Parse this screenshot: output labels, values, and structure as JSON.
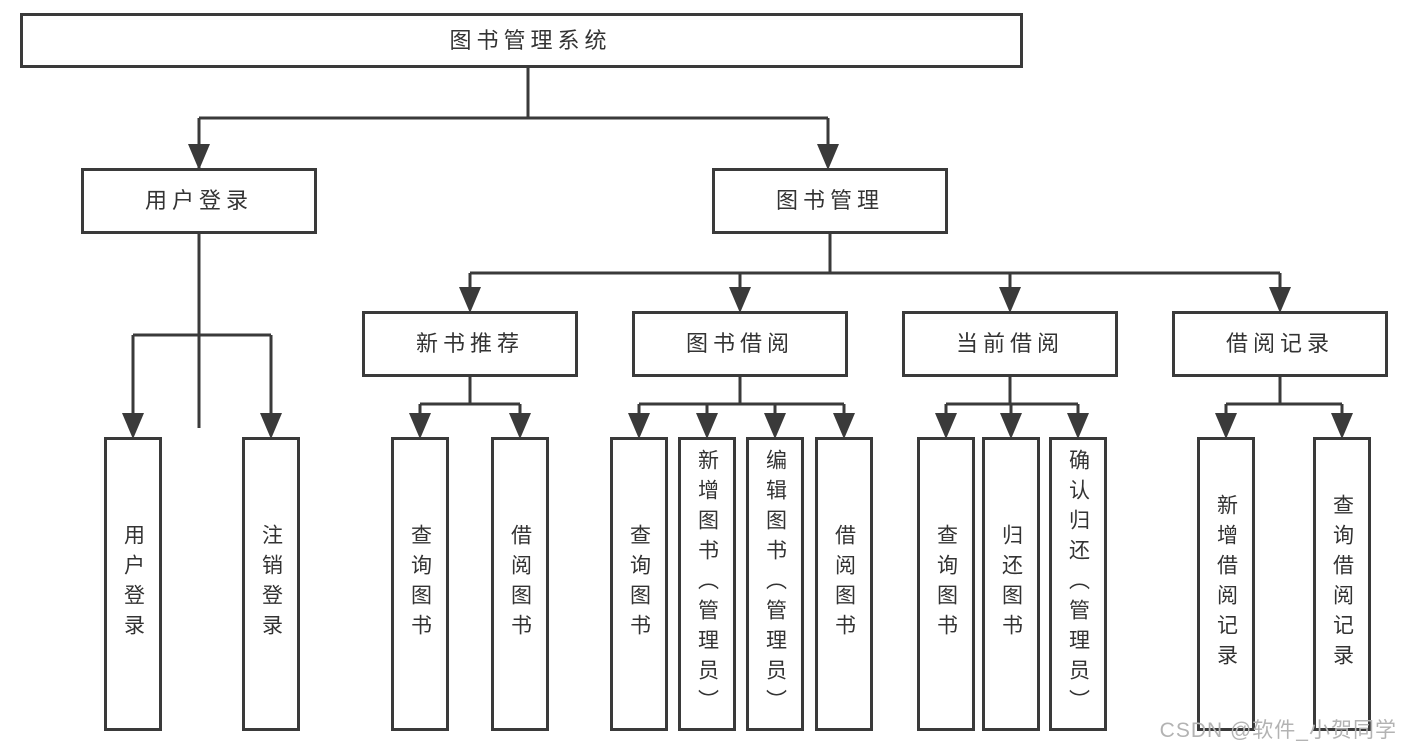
{
  "page": {
    "background": "#ffffff"
  },
  "diagram": {
    "type": "hierarchy-tree",
    "line_color": "#3a3a3a",
    "text_color": "#333333",
    "root": {
      "label": "图书管理系统"
    },
    "branches": [
      {
        "label": "用户登录",
        "children": [
          {
            "label": "用户登录"
          },
          {
            "label": "注销登录"
          }
        ]
      },
      {
        "label": "图书管理",
        "children": [
          {
            "label": "新书推荐",
            "children": [
              {
                "label": "查询图书"
              },
              {
                "label": "借阅图书"
              }
            ]
          },
          {
            "label": "图书借阅",
            "children": [
              {
                "label": "查询图书"
              },
              {
                "label": "新增图书（管理员）"
              },
              {
                "label": "编辑图书（管理员）"
              },
              {
                "label": "借阅图书"
              }
            ]
          },
          {
            "label": "当前借阅",
            "children": [
              {
                "label": "查询图书"
              },
              {
                "label": "归还图书"
              },
              {
                "label": "确认归还（管理员）"
              }
            ]
          },
          {
            "label": "借阅记录",
            "children": [
              {
                "label": "新增借阅记录"
              },
              {
                "label": "查询借阅记录"
              }
            ]
          }
        ]
      }
    ]
  },
  "watermark": {
    "text": "CSDN @软件_小贺同学",
    "color": "#b3b3b3"
  }
}
